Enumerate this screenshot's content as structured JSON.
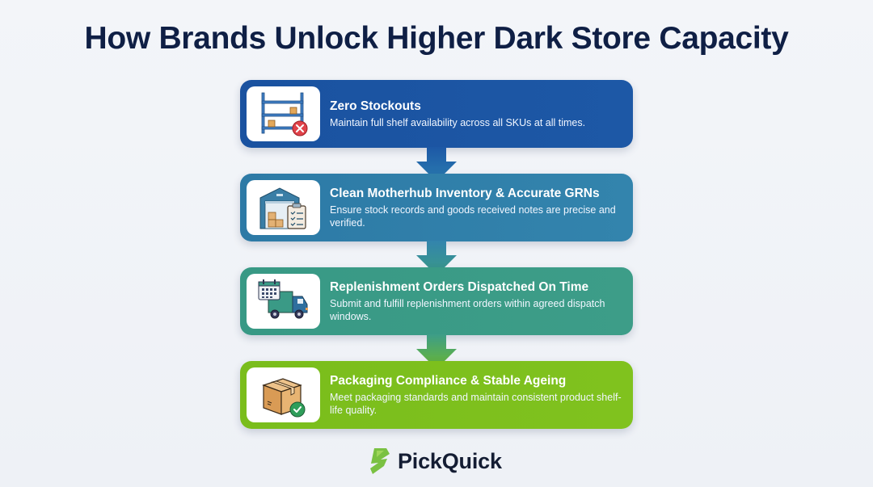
{
  "title": "How Brands Unlock Higher Dark Store Capacity",
  "colors": {
    "title": "#0f1f45",
    "step1": "#1c55a2",
    "step2": "#2e7fa8",
    "step3": "#3a9a86",
    "step4": "#7bbf1e",
    "logo_green": "#7ac142",
    "logo_text": "#141d33"
  },
  "steps": [
    {
      "title": "Zero Stockouts",
      "description": "Maintain full shelf availability across all SKUs at all times.",
      "icon": "shelf-with-error-icon"
    },
    {
      "title": "Clean Motherhub Inventory & Accurate GRNs",
      "description": "Ensure stock records and goods received notes are precise and verified.",
      "icon": "warehouse-clipboard-icon"
    },
    {
      "title": "Replenishment Orders Dispatched On Time",
      "description": "Submit and fulfill replenishment orders within agreed dispatch windows.",
      "icon": "calendar-truck-icon"
    },
    {
      "title": "Packaging Compliance & Stable Ageing",
      "description": "Meet packaging standards and maintain consistent product shelf-life quality.",
      "icon": "box-check-icon"
    }
  ],
  "logo": {
    "name": "PickQuick",
    "icon": "lightning-bolt-logo-icon"
  }
}
